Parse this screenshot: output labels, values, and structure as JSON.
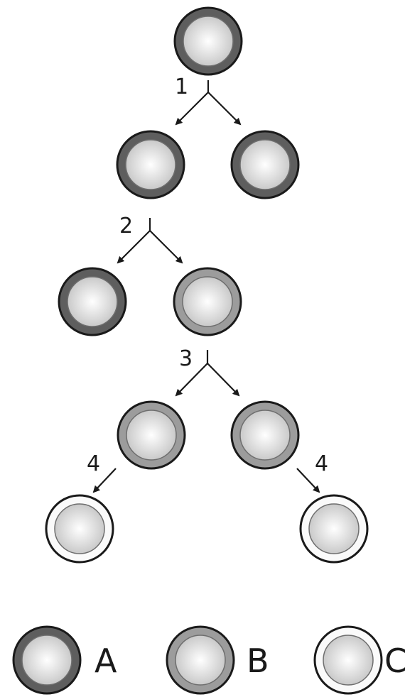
{
  "colors": {
    "type_a_ring": "#5e5e5e",
    "type_b_ring": "#9c9c9c",
    "type_c_ring": "#fafafa",
    "core_light": "#ffffff",
    "core_dark": "#c4c4c4",
    "outline": "#1a1a1a",
    "arrow": "#1a1a1a"
  },
  "steps": {
    "s1": "1",
    "s2": "2",
    "s3": "3",
    "s4_left": "4",
    "s4_right": "4"
  },
  "legend": {
    "a": "A",
    "b": "B",
    "c": "C"
  }
}
